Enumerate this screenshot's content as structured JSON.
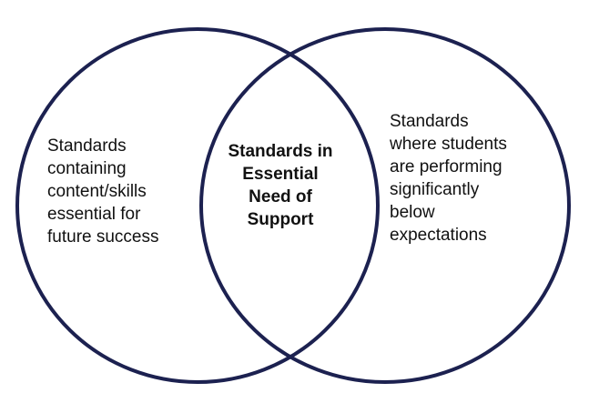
{
  "colors": {
    "circle_stroke": "#1c2150",
    "text": "#111111"
  },
  "left_set": {
    "lines": [
      "Standards",
      "containing",
      "content/skills",
      "essential for",
      "future success"
    ]
  },
  "intersection": {
    "lines": [
      "Standards in",
      "Essential",
      "Need of",
      "Support"
    ]
  },
  "right_set": {
    "lines": [
      "Standards",
      "where students",
      "are performing",
      "significantly",
      "below",
      "expectations"
    ]
  }
}
